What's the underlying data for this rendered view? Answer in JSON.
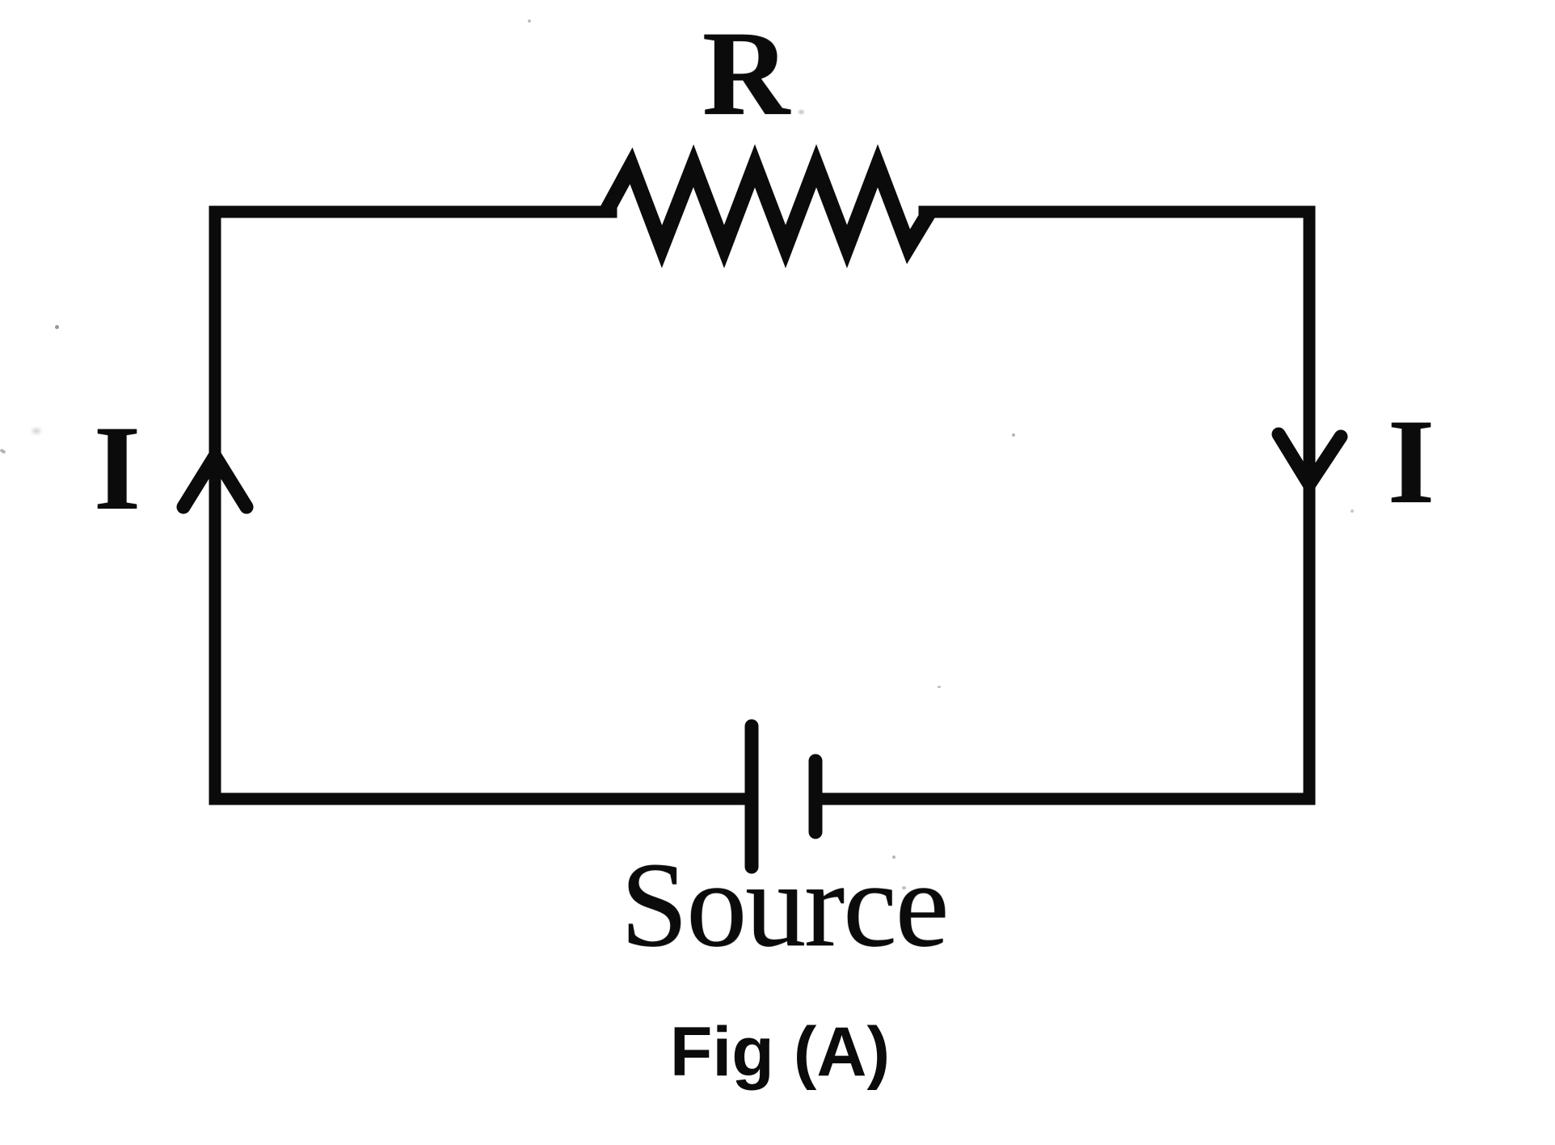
{
  "figure": {
    "caption": "Fig (A)",
    "labels": {
      "resistor": "R",
      "current_left": "I",
      "current_right": "I",
      "source": "Source"
    }
  },
  "icons": {
    "resistor_symbol": "resistor-zigzag-icon",
    "battery_symbol": "battery-cell-icon",
    "current_arrow_left": "arrow-up-icon",
    "current_arrow_right": "arrow-down-icon"
  },
  "colors": {
    "ink": "#0b0b0b",
    "background": "#ffffff"
  }
}
